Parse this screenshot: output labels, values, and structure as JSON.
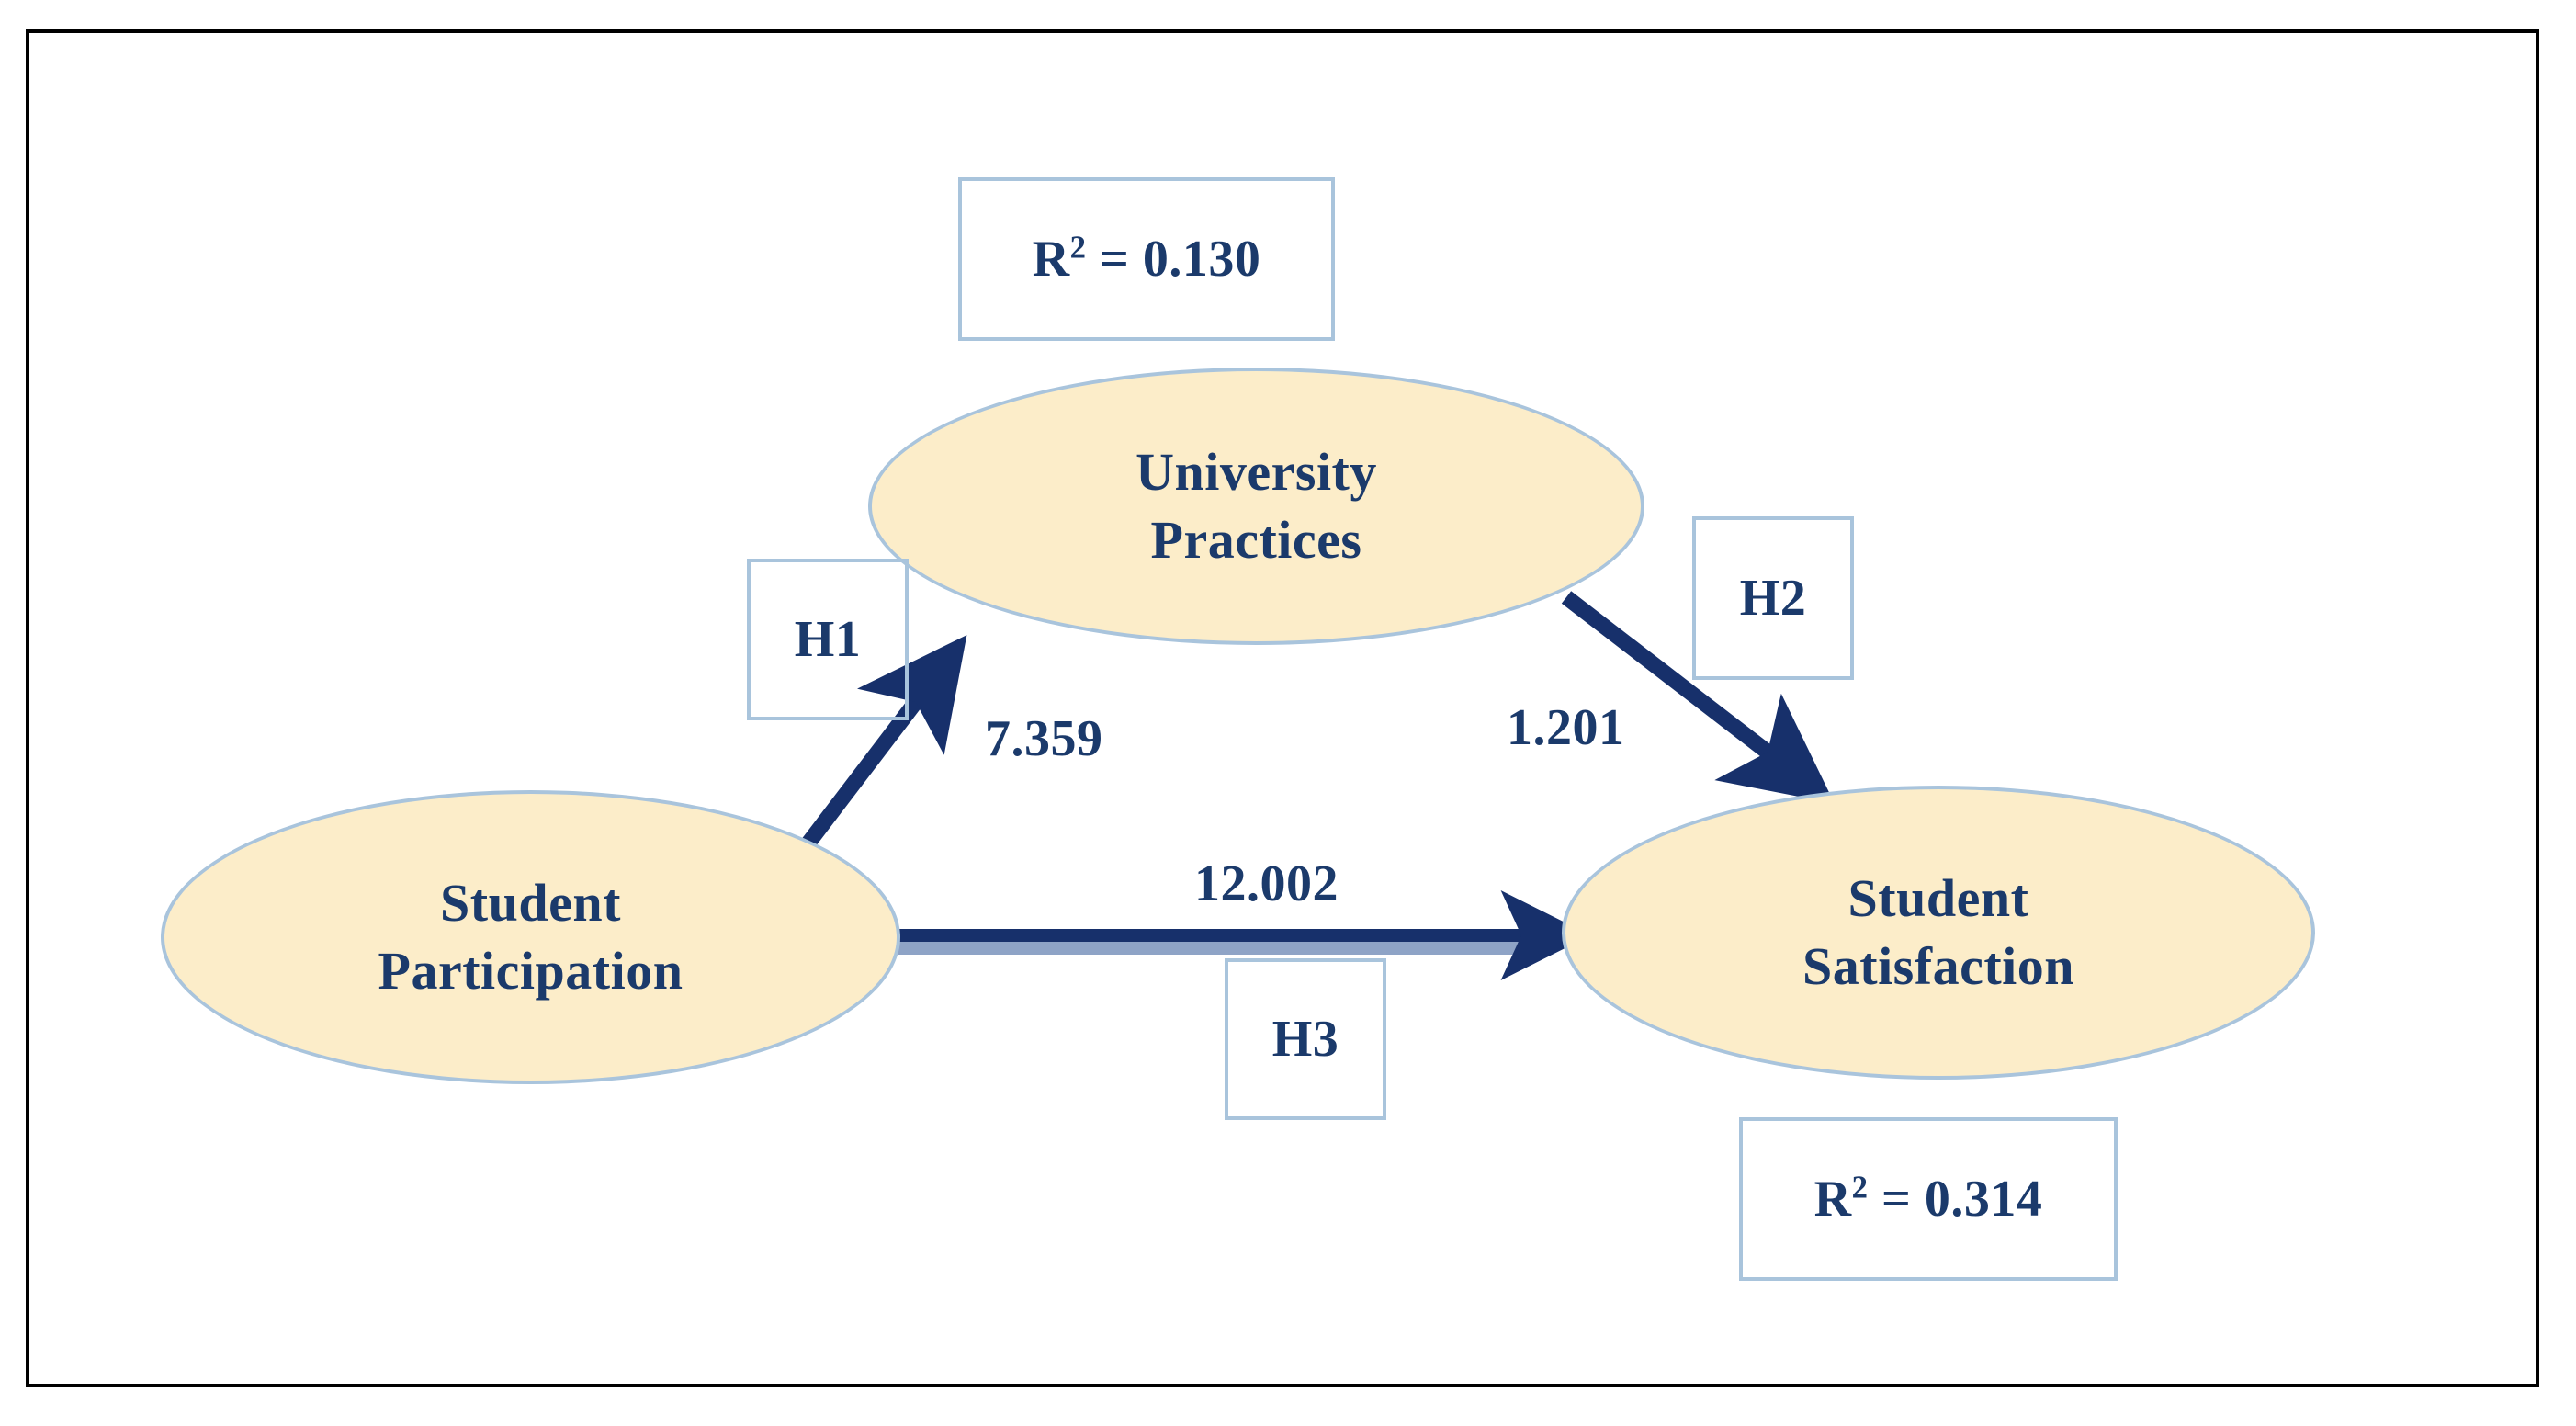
{
  "figure": {
    "type": "path-model-diagram",
    "colors": {
      "node_fill": "#FCEDC9",
      "node_border": "#A9C4DC",
      "box_border": "#A9C4DC",
      "text": "#1B3A6B",
      "arrow": "#17306B",
      "arrow_shadow": "#8EA3C6",
      "frame": "#000000",
      "background": "#FFFFFF"
    }
  },
  "nodes": {
    "university_practices": {
      "line1": "University",
      "line2": "Practices"
    },
    "student_participation": {
      "line1": "Student",
      "line2": "Participation"
    },
    "student_satisfaction": {
      "line1": "Student",
      "line2": "Satisfaction"
    }
  },
  "stats": {
    "r2_university_practices": {
      "symbol": "R",
      "exponent": "2",
      "equals": "=",
      "value": "0.130"
    },
    "r2_student_satisfaction": {
      "symbol": "R",
      "exponent": "2",
      "equals": "=",
      "value": "0.314"
    }
  },
  "hypotheses": {
    "h1": {
      "label": "H1",
      "t_value": "7.359"
    },
    "h2": {
      "label": "H2",
      "t_value": "1.201"
    },
    "h3": {
      "label": "H3",
      "t_value": "12.002"
    }
  },
  "chart_data": {
    "type": "diagram",
    "title": "",
    "nodes": [
      {
        "id": "university_practices",
        "label": "University Practices",
        "r2": 0.13
      },
      {
        "id": "student_participation",
        "label": "Student Participation",
        "r2": null
      },
      {
        "id": "student_satisfaction",
        "label": "Student Satisfaction",
        "r2": 0.314
      }
    ],
    "edges": [
      {
        "hypothesis": "H1",
        "from": "student_participation",
        "to": "university_practices",
        "t_value": 7.359
      },
      {
        "hypothesis": "H2",
        "from": "university_practices",
        "to": "student_satisfaction",
        "t_value": 1.201
      },
      {
        "hypothesis": "H3",
        "from": "student_participation",
        "to": "student_satisfaction",
        "t_value": 12.002
      }
    ]
  }
}
